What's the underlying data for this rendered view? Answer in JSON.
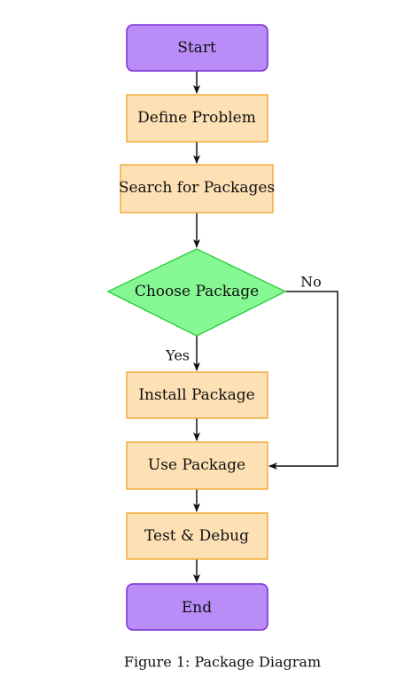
{
  "figure": {
    "caption": "Figure 1: Package Diagram"
  },
  "colors": {
    "terminal_fill": "#b98cf7",
    "terminal_stroke": "#7a2fd3",
    "process_fill": "#fde0b4",
    "process_stroke": "#f0a224",
    "decision_fill": "#86f893",
    "decision_stroke": "#3ccd4c",
    "edge": "#111111"
  },
  "nodes": {
    "start": {
      "label": "Start"
    },
    "define": {
      "label": "Define Problem"
    },
    "search": {
      "label": "Search for Packages"
    },
    "choose": {
      "label": "Choose Package"
    },
    "install": {
      "label": "Install Package"
    },
    "use": {
      "label": "Use Package"
    },
    "test": {
      "label": "Test & Debug"
    },
    "end": {
      "label": "End"
    }
  },
  "edges": {
    "yes_label": "Yes",
    "no_label": "No"
  }
}
